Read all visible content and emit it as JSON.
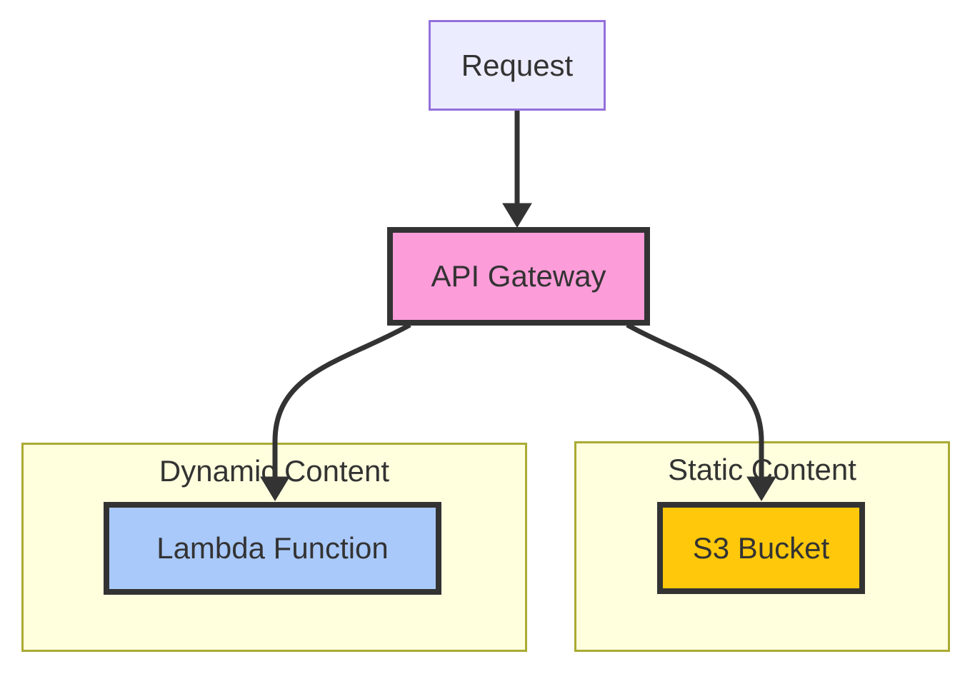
{
  "diagram": {
    "type": "flowchart",
    "direction": "top-down",
    "background": "#ffffff",
    "text_color": "#333333",
    "edge_color": "#333333",
    "nodes": [
      {
        "id": "request",
        "label": "Request",
        "fill": "#ececff",
        "border": "#9370db"
      },
      {
        "id": "api-gateway",
        "label": "API Gateway",
        "fill": "#fc9cd9",
        "border": "#333333"
      },
      {
        "id": "lambda",
        "label": "Lambda Function",
        "fill": "#a9c9fa",
        "border": "#333333"
      },
      {
        "id": "s3",
        "label": "S3 Bucket",
        "fill": "#ffc80a",
        "border": "#333333"
      }
    ],
    "groups": [
      {
        "id": "dynamic-content",
        "title": "Dynamic Content",
        "fill": "#ffffde",
        "border": "#aaaa33",
        "contains": [
          "lambda"
        ]
      },
      {
        "id": "static-content",
        "title": "Static Content",
        "fill": "#ffffde",
        "border": "#aaaa33",
        "contains": [
          "s3"
        ]
      }
    ],
    "edges": [
      {
        "from": "request",
        "to": "api-gateway"
      },
      {
        "from": "api-gateway",
        "to": "lambda"
      },
      {
        "from": "api-gateway",
        "to": "s3"
      }
    ]
  }
}
